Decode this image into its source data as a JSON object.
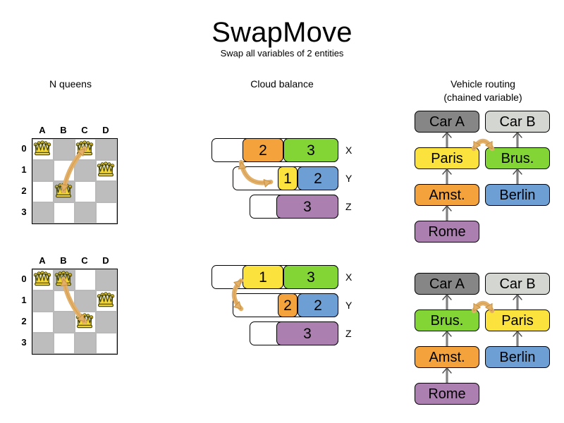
{
  "header": {
    "title": "SwapMove",
    "subtitle": "Swap all variables of 2 entities"
  },
  "columns": {
    "nqueens": "N queens",
    "cloud": "Cloud balance",
    "vrp_line1": "Vehicle routing",
    "vrp_line2": "(chained variable)"
  },
  "colors": {
    "orange": "#f4a33c",
    "green": "#82d535",
    "yellow": "#fbe23c",
    "blue": "#6d9fd4",
    "purple": "#ab7fb0",
    "gray_dark": "#868686",
    "gray_light": "#d4d6d1",
    "board_dark": "#bdbdbd",
    "board_light": "#ffffff",
    "arrow": "#e3b06a",
    "arrow_stroke": "#c8913f",
    "queen_gold": "#f3d636",
    "link": "#808080"
  },
  "nqueens": {
    "col_labels": [
      "A",
      "B",
      "C",
      "D"
    ],
    "row_labels": [
      "0",
      "1",
      "2",
      "3"
    ],
    "before": {
      "queens": [
        {
          "col": 0,
          "row": 0
        },
        {
          "col": 2,
          "row": 0
        },
        {
          "col": 3,
          "row": 1
        },
        {
          "col": 1,
          "row": 2
        }
      ],
      "swap_from": {
        "col": 2,
        "row": 0
      },
      "swap_to": {
        "col": 1,
        "row": 2
      }
    },
    "after": {
      "queens": [
        {
          "col": 0,
          "row": 0
        },
        {
          "col": 1,
          "row": 0
        },
        {
          "col": 3,
          "row": 1
        },
        {
          "col": 2,
          "row": 2
        }
      ],
      "swap_from": {
        "col": 1,
        "row": 0
      },
      "swap_to": {
        "col": 2,
        "row": 2
      }
    }
  },
  "cloud": {
    "before": {
      "rows": [
        {
          "label": "X",
          "blocks": [
            {
              "value": "2",
              "color": "#f4a33c"
            },
            {
              "value": "3",
              "color": "#82d535"
            }
          ]
        },
        {
          "label": "Y",
          "blocks": [
            {
              "value": "1",
              "color": "#fbe23c"
            },
            {
              "value": "2",
              "color": "#6d9fd4"
            }
          ]
        },
        {
          "label": "Z",
          "blocks": [
            {
              "value": "3",
              "color": "#ab7fb0"
            }
          ]
        }
      ]
    },
    "after": {
      "rows": [
        {
          "label": "X",
          "blocks": [
            {
              "value": "1",
              "color": "#fbe23c"
            },
            {
              "value": "3",
              "color": "#82d535"
            }
          ]
        },
        {
          "label": "Y",
          "blocks": [
            {
              "value": "2",
              "color": "#f4a33c"
            },
            {
              "value": "2",
              "color": "#6d9fd4"
            }
          ]
        },
        {
          "label": "Z",
          "blocks": [
            {
              "value": "3",
              "color": "#ab7fb0"
            }
          ]
        }
      ]
    }
  },
  "vrp": {
    "before": {
      "chain_a": [
        "Car A",
        "Paris",
        "Amst.",
        "Rome"
      ],
      "chain_b": [
        "Car B",
        "Brus.",
        "Berlin"
      ],
      "swap_pair": [
        "Paris",
        "Brus."
      ]
    },
    "after": {
      "chain_a": [
        "Car A",
        "Brus.",
        "Amst.",
        "Rome"
      ],
      "chain_b": [
        "Car B",
        "Paris",
        "Berlin"
      ],
      "swap_pair": [
        "Brus.",
        "Paris"
      ]
    },
    "node_colors": {
      "Car A": "#868686",
      "Car B": "#d4d6d1",
      "Paris": "#fbe23c",
      "Brus.": "#82d535",
      "Amst.": "#f4a33c",
      "Berlin": "#6d9fd4",
      "Rome": "#ab7fb0"
    }
  }
}
